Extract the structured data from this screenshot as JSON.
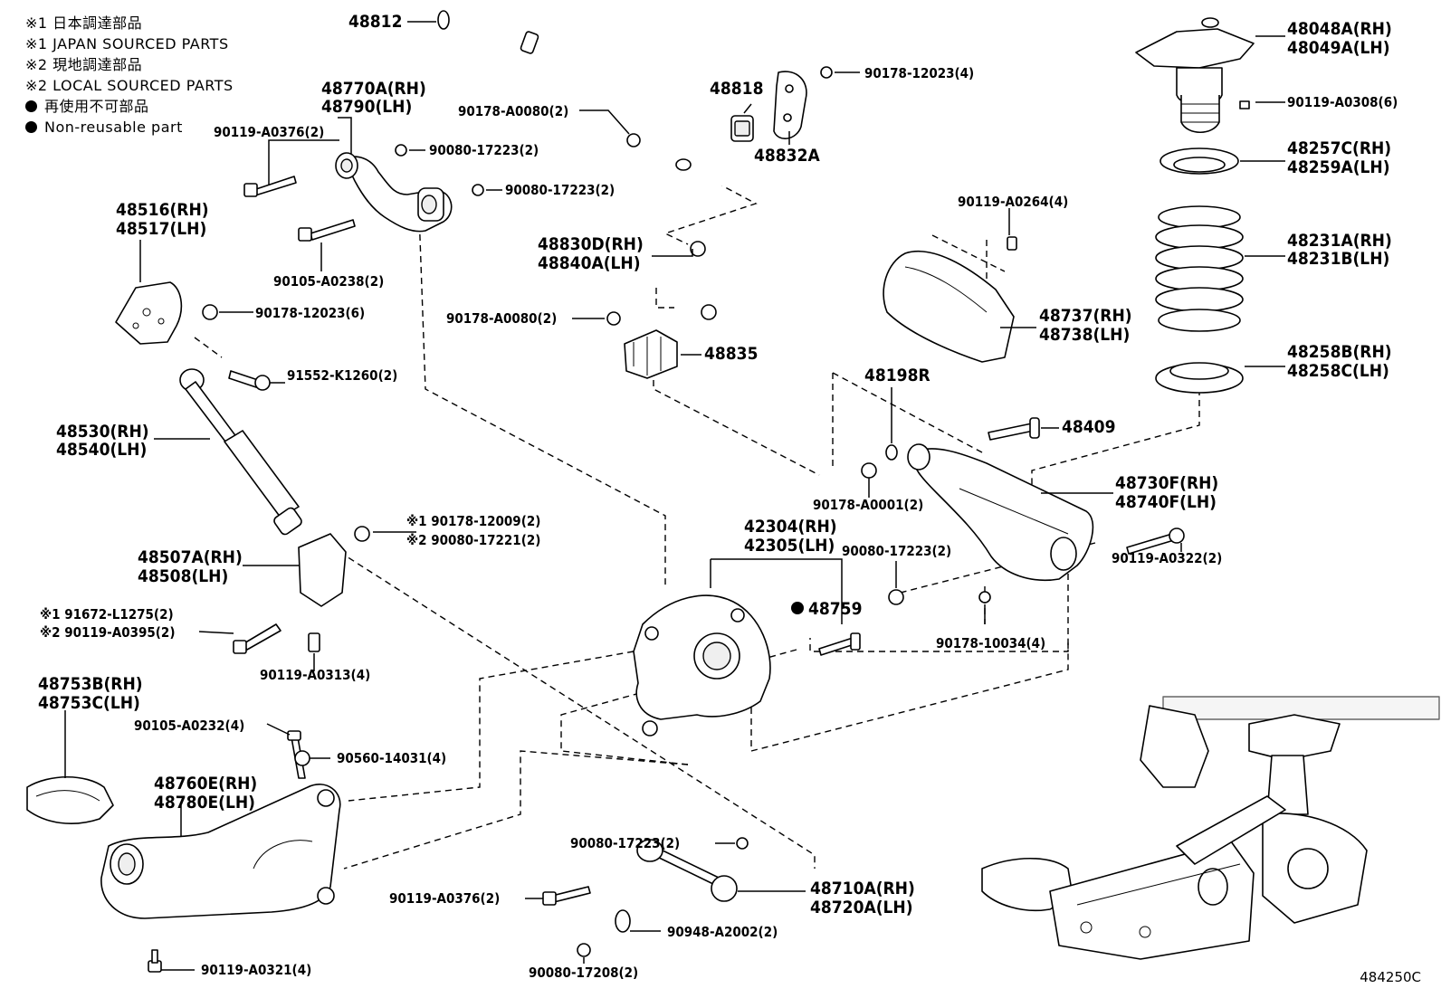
{
  "legend": [
    {
      "text": "※1 日本調達部品"
    },
    {
      "text": "※1 JAPAN SOURCED PARTS"
    },
    {
      "text": "※2 現地調達部品"
    },
    {
      "text": "※2 LOCAL SOURCED PARTS"
    },
    {
      "text": "再使用不可部品",
      "dot": true
    },
    {
      "text": "Non-reusable part",
      "dot": true
    }
  ],
  "labels": {
    "p48812": "48812",
    "p48770a": "48770A(RH)",
    "p48790": "48790(LH)",
    "p90119_A0376_top": "90119-A0376(2)",
    "p90080_17223_a": "90080-17223(2)",
    "p90080_17223_b": "90080-17223(2)",
    "p90178_A0080_top": "90178-A0080(2)",
    "p48818": "48818",
    "p48832a": "48832A",
    "p90178_12023_4": "90178-12023(4)",
    "p48048a": "48048A(RH)",
    "p48049a": "48049A(LH)",
    "p90119_A0308": "90119-A0308(6)",
    "p48257c": "48257C(RH)",
    "p48259a": "48259A(LH)",
    "p48231a": "48231A(RH)",
    "p48231b": "48231B(LH)",
    "p48258b": "48258B(RH)",
    "p48258c": "48258C(LH)",
    "p48516": "48516(RH)",
    "p48517": "48517(LH)",
    "p90105_A0238": "90105-A0238(2)",
    "p90178_12023_6": "90178-12023(6)",
    "p91552": "91552-K1260(2)",
    "p48830d": "48830D(RH)",
    "p48840a": "48840A(LH)",
    "p90178_A0080_mid": "90178-A0080(2)",
    "p48835": "48835",
    "p90119_A0264": "90119-A0264(4)",
    "p48737": "48737(RH)",
    "p48738": "48738(LH)",
    "p48198r": "48198R",
    "p48409": "48409",
    "p48530": "48530(RH)",
    "p48540": "48540(LH)",
    "p90178_A0001": "90178-A0001(2)",
    "p48730f": "48730F(RH)",
    "p48740f": "48740F(LH)",
    "p90178_12009": "※1 90178-12009(2)",
    "p90080_17221": "※2 90080-17221(2)",
    "p42304": "42304(RH)",
    "p42305": "42305(LH)",
    "p90080_17223_c": "90080-17223(2)",
    "p90119_A0322": "90119-A0322(2)",
    "p48507a": "48507A(RH)",
    "p48508": "48508(LH)",
    "p48759": "48759",
    "p91672": "※1 91672-L1275(2)",
    "p90119_A0395": "※2 90119-A0395(2)",
    "p90178_10034": "90178-10034(4)",
    "p90119_A0313": "90119-A0313(4)",
    "p48753b": "48753B(RH)",
    "p48753c": "48753C(LH)",
    "p90105_A0232": "90105-A0232(4)",
    "p90560": "90560-14031(4)",
    "p48760e": "48760E(RH)",
    "p48780e": "48780E(LH)",
    "p90080_17223_d": "90080-17223(2)",
    "p90119_A0376_bot": "90119-A0376(2)",
    "p48710a": "48710A(RH)",
    "p48720a": "48720A(LH)",
    "p90948": "90948-A2002(2)",
    "p90119_A0321": "90119-A0321(4)",
    "p90080_17208": "90080-17208(2)"
  },
  "catalog_id": "484250C"
}
